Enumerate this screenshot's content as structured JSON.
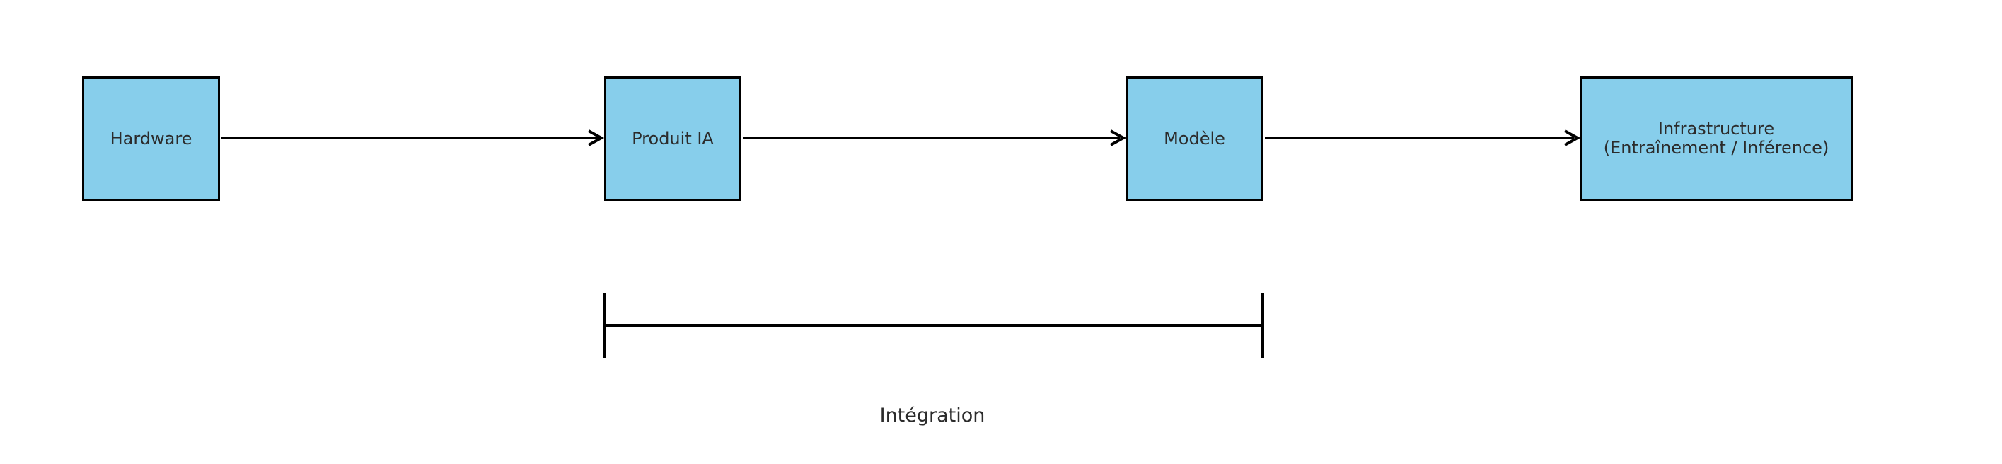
{
  "colors": {
    "node_fill": "#87ceeb",
    "node_border": "#000000",
    "line": "#000000",
    "text": "#2b2b2b"
  },
  "nodes": [
    {
      "id": "hardware",
      "label": "Hardware"
    },
    {
      "id": "produit-ia",
      "label": "Produit IA"
    },
    {
      "id": "modele",
      "label": "Modèle"
    },
    {
      "id": "infrastructure",
      "label": "Infrastructure\n(Entraînement / Inférence)"
    }
  ],
  "edges": [
    {
      "from": "hardware",
      "to": "produit-ia"
    },
    {
      "from": "produit-ia",
      "to": "modele"
    },
    {
      "from": "modele",
      "to": "infrastructure"
    }
  ],
  "bracket": {
    "from": "produit-ia",
    "to": "modele",
    "label": "Intégration"
  }
}
